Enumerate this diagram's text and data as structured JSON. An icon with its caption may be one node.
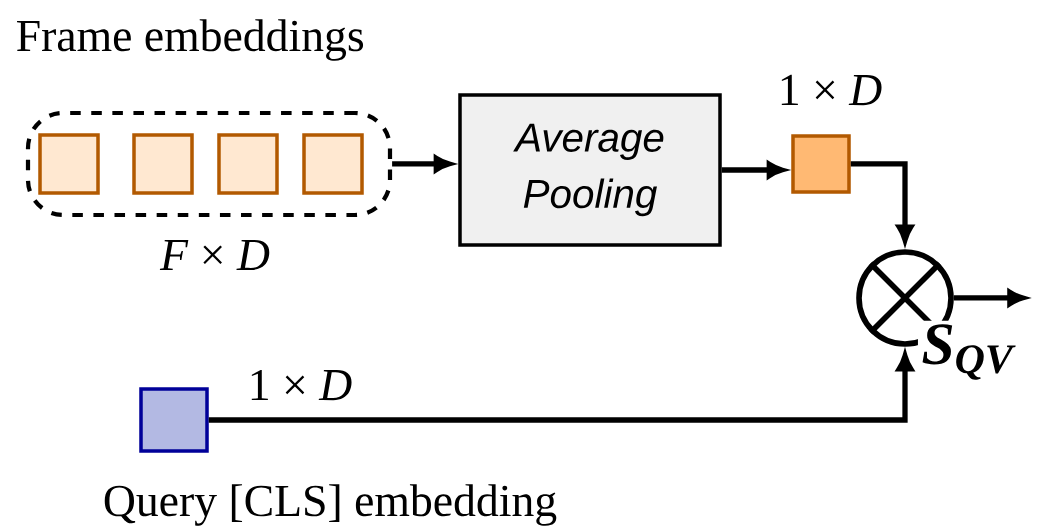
{
  "diagram": {
    "nodes": [
      {
        "text": [
          "Frame embeddings"
        ],
        "beside": [
          "*F* × *D*"
        ]
      },
      {
        "text": [],
        "shape": "box",
        "in": 0
      },
      {
        "text": [],
        "shape": "box",
        "in": 0
      },
      {
        "text": [],
        "shape": "box",
        "in": 0
      },
      {
        "text": [],
        "shape": "box",
        "in": 0
      },
      {
        "text": [
          "Average Pooling"
        ]
      },
      {
        "text": [],
        "shape": "box",
        "beside": [
          "1 × *D*"
        ]
      },
      {
        "text": [],
        "shape": "circle"
      },
      {
        "text": [],
        "shape": "box",
        "beside": [
          "1 × *D*",
          "Query [CLS] embedding"
        ]
      }
    ],
    "edges": [
      {
        "from": 0,
        "to": 5,
        "arrow": "to"
      },
      {
        "from": 5,
        "to": 6,
        "arrow": "to"
      },
      {
        "from": 6,
        "to": 7,
        "arrow": "to"
      },
      {
        "from": 8,
        "to": 7,
        "arrow": "to"
      },
      {
        "from": 7,
        "to": null,
        "arrow": "to",
        "label": "S$_{QV}$"
      }
    ]
  }
}
